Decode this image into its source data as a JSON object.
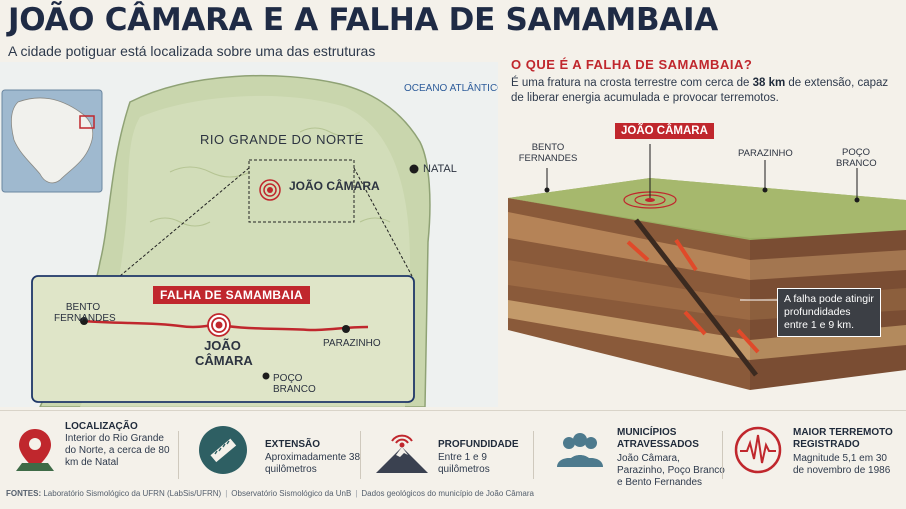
{
  "header": {
    "title": "JOÃO CÂMARA E A FALHA DE SAMAMBAIA",
    "subtitle": "A cidade potiguar está localizada sobre uma das estruturas geológicas mais ativas do Brasil"
  },
  "map": {
    "state_label": "RIO GRANDE DO NORTE",
    "ocean_label": "OCEANO ATLÂNTICO",
    "natal_label": "NATAL",
    "joao_camara_label": "JOÃO CÂMARA",
    "inset": {
      "fault_tag": "FALHA DE SAMAMBAIA",
      "bento_fernandes": "BENTO FERNANDES",
      "joao_camara": "JOÃO CÂMARA",
      "parazinho": "PARAZINHO",
      "poco_branco": "POÇO BRANCO"
    }
  },
  "explainer": {
    "title": "O QUE É A FALHA DE SAMAMBAIA?",
    "text_pre": "É uma fratura na crosta terrestre com cerca de ",
    "text_bold": "38 km",
    "text_post": " de extensão, capaz de liberar energia acumulada e provocar terremotos.",
    "block": {
      "joao_camara_tag": "JOÃO CÂMARA",
      "bento_fernandes": "BENTO FERNANDES",
      "parazinho": "PARAZINHO",
      "poco_branco": "POÇO BRANCO",
      "depth_note": "A falha pode atingir profundidades entre 1 e 9 km."
    }
  },
  "facts": [
    {
      "icon": "location-pin-icon",
      "title": "LOCALIZAÇÃO",
      "body": "Interior do Rio Grande do Norte, a cerca de 80 km de Natal"
    },
    {
      "icon": "ruler-icon",
      "title": "EXTENSÃO",
      "body": "Aproximadamente 38 quilômetros"
    },
    {
      "icon": "mountain-signal-icon",
      "title": "PROFUNDIDADE",
      "body": "Entre 1 e 9 quilômetros"
    },
    {
      "icon": "people-icon",
      "title": "MUNICÍPIOS ATRAVESSADOS",
      "body": "João Câmara, Parazinho, Poço Branco e Bento Fernandes"
    },
    {
      "icon": "seismograph-icon",
      "title": "MAIOR TERREMOTO REGISTRADO",
      "body": "Magnitude 5,1 em 30 de novembro de 1986"
    }
  ],
  "sources": {
    "label": "FONTES:",
    "items": [
      "Laboratório Sismológico da UFRN (LabSis/UFRN)",
      "Observatório Sismológico da UnB",
      "Dados geológicos do município de João Câmara"
    ]
  },
  "colors": {
    "accent_red": "#c0272d",
    "navy": "#1f2b45",
    "teal": "#2e5f63",
    "ocean_blue": "#2d5c9a"
  }
}
